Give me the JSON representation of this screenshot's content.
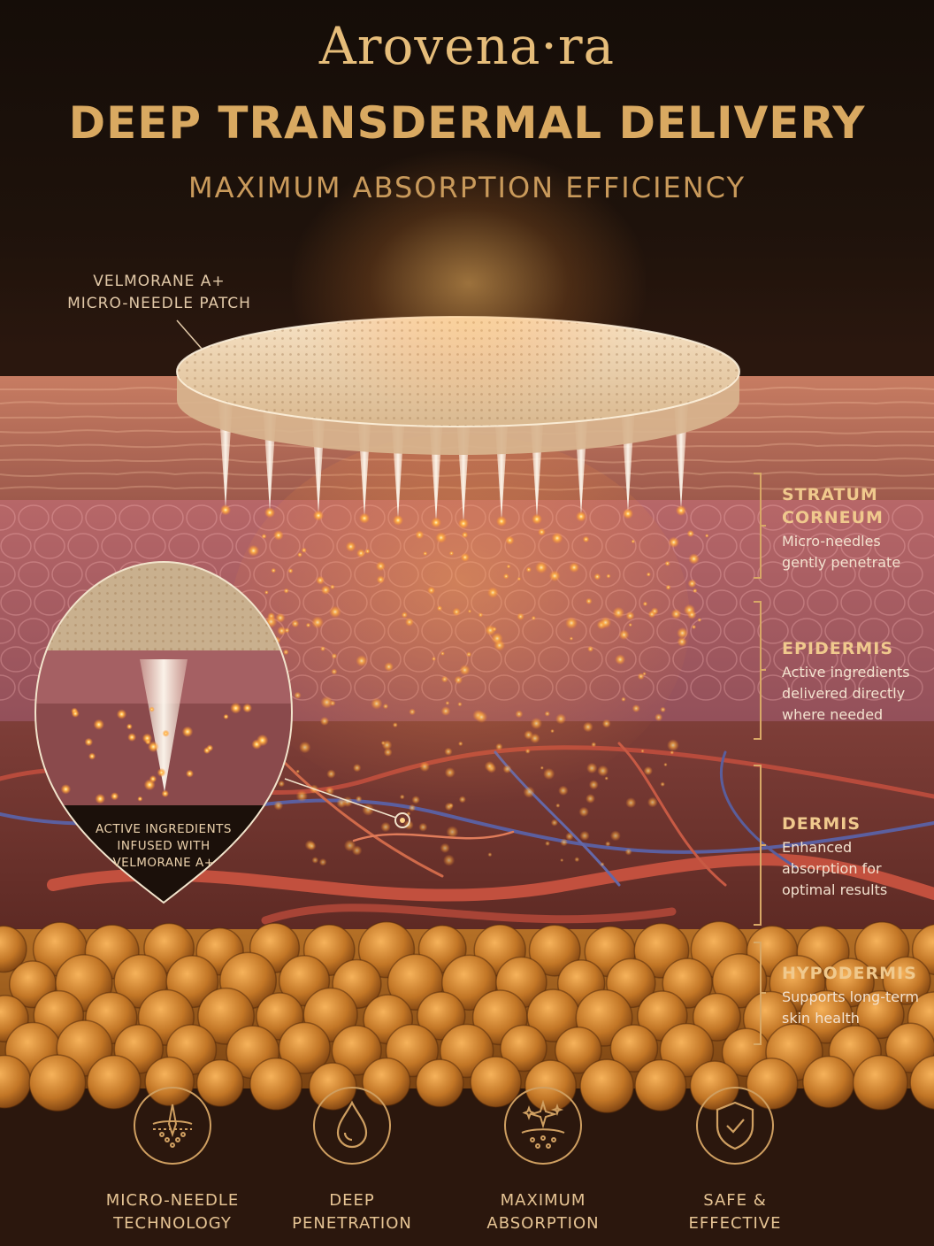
{
  "brand": "Arovena·ra",
  "headline": "DEEP TRANSDERMAL DELIVERY",
  "subheadline": "MAXIMUM ABSORPTION EFFICIENCY",
  "patch_label": [
    "VELMORANE A+",
    "MICRO-NEEDLE PATCH"
  ],
  "layers": [
    {
      "title": [
        "STRATUM",
        "CORNEUM"
      ],
      "desc": [
        "Micro-needles",
        "gently penetrate"
      ]
    },
    {
      "title": [
        "EPIDERMIS"
      ],
      "desc": [
        "Active ingredients",
        "delivered directly",
        "where needed"
      ]
    },
    {
      "title": [
        "DERMIS"
      ],
      "desc": [
        "Enhanced",
        "absorption for",
        "optimal results"
      ]
    },
    {
      "title": [
        "HYPODERMIS"
      ],
      "desc": [
        "Supports long-term",
        "skin health"
      ]
    }
  ],
  "inset_caption": [
    "ACTIVE INGREDIENTS",
    "INFUSED WITH",
    "VELMORANE A+"
  ],
  "features": [
    {
      "icon": "micro-needle-skin-icon",
      "label": [
        "MICRO-NEEDLE",
        "TECHNOLOGY"
      ]
    },
    {
      "icon": "droplet-icon",
      "label": [
        "DEEP",
        "PENETRATION"
      ]
    },
    {
      "icon": "sparkle-skin-icon",
      "label": [
        "MAXIMUM",
        "ABSORPTION"
      ]
    },
    {
      "icon": "shield-check-icon",
      "label": [
        "SAFE &",
        "EFFECTIVE"
      ]
    }
  ],
  "colors": {
    "gold": "#d9a961",
    "glow": "#ffb04a",
    "skin_top": "#b86a56",
    "epidermis": "#a8585e",
    "dermis": "#7a3a34",
    "fat": "#c07a2a"
  }
}
